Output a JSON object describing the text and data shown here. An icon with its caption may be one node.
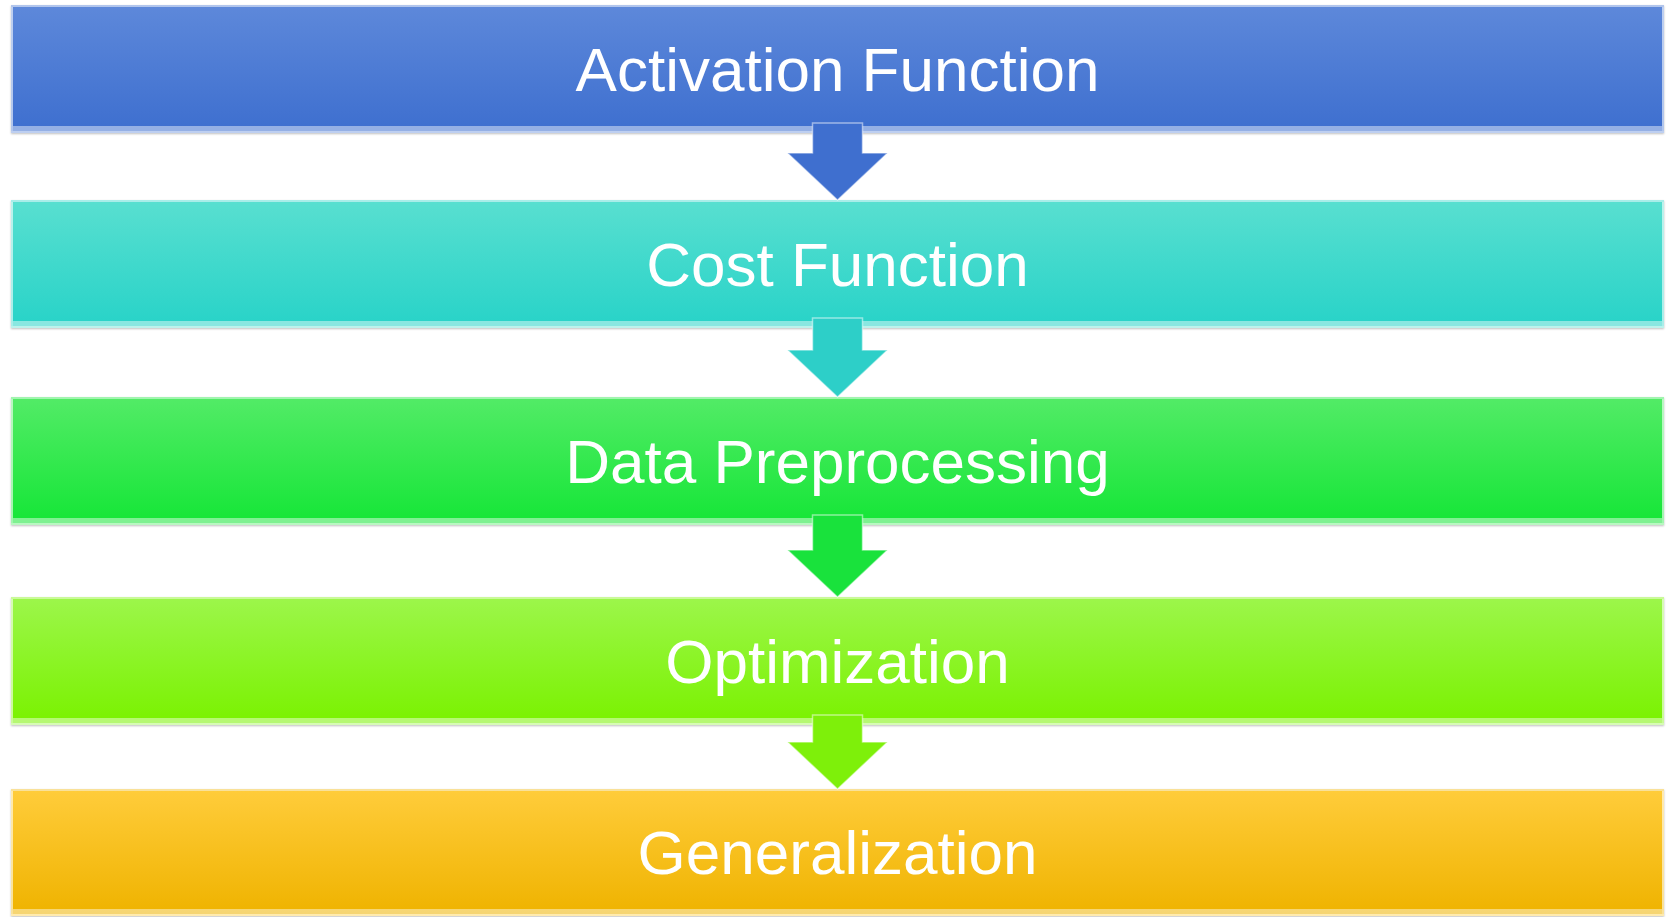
{
  "diagram": {
    "nodes": [
      {
        "text": [
          "Activation Function"
        ]
      },
      {
        "text": [
          "Cost Function"
        ]
      },
      {
        "text": [
          "Data Preprocessing"
        ]
      },
      {
        "text": [
          "Optimization"
        ]
      },
      {
        "text": [
          "Generalization"
        ]
      }
    ],
    "edges": [
      {
        "from": 0,
        "to": 1,
        "arrow": "to",
        "style": "thick",
        "color": "#3f6fcf"
      },
      {
        "from": 1,
        "to": 2,
        "arrow": "to",
        "style": "thick",
        "color": "#2dcfc8"
      },
      {
        "from": 2,
        "to": 3,
        "arrow": "to",
        "style": "thick",
        "color": "#19e23c"
      },
      {
        "from": 3,
        "to": 4,
        "arrow": "to",
        "style": "thick",
        "color": "#7ef00a"
      }
    ]
  }
}
